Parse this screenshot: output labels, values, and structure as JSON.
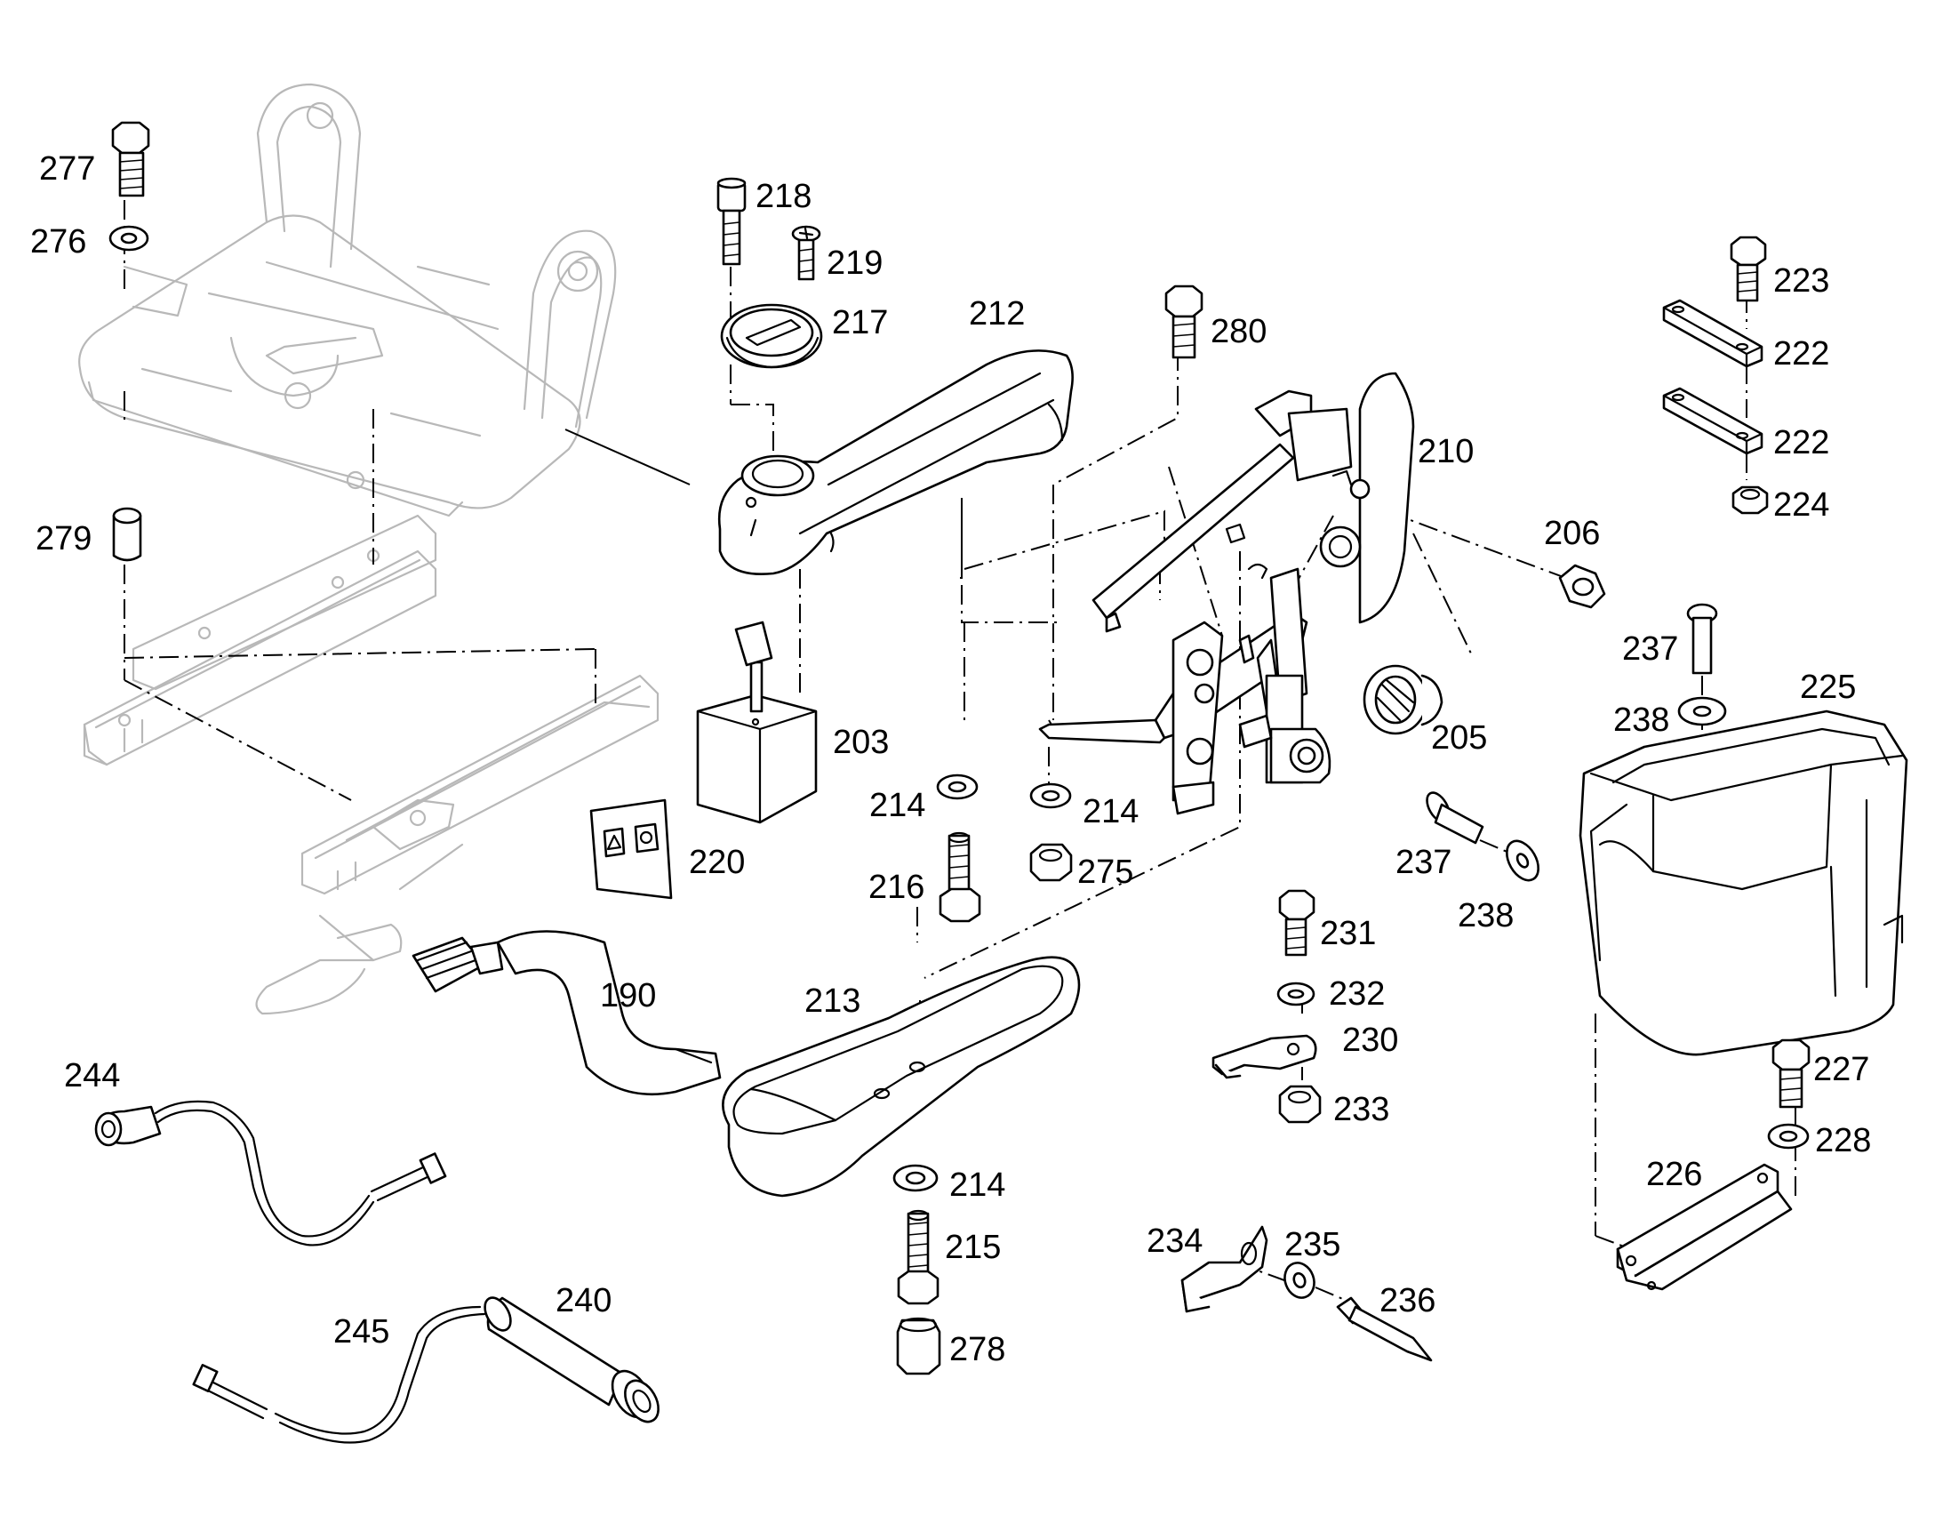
{
  "part_labels": [
    "277",
    "276",
    "279",
    "218",
    "219",
    "217",
    "212",
    "280",
    "223",
    "222",
    "222_2",
    "224",
    "210",
    "206",
    "237",
    "225",
    "238",
    "203",
    "205",
    "214",
    "214_2",
    "220",
    "275",
    "237_2",
    "238_2",
    "216",
    "231",
    "232",
    "230",
    "233",
    "190",
    "213",
    "244",
    "227",
    "228",
    "226",
    "214_3",
    "215",
    "234",
    "235",
    "236",
    "240",
    "245",
    "278"
  ],
  "labels": {
    "277": "277",
    "276": "276",
    "279": "279",
    "218": "218",
    "219": "219",
    "217": "217",
    "212": "212",
    "280": "280",
    "223": "223",
    "222": "222",
    "222_2": "222",
    "224": "224",
    "210": "210",
    "206": "206",
    "237": "237",
    "225": "225",
    "238": "238",
    "203": "203",
    "205": "205",
    "214": "214",
    "214_2": "214",
    "220": "220",
    "275": "275",
    "237_2": "237",
    "238_2": "238",
    "216": "216",
    "231": "231",
    "232": "232",
    "230": "230",
    "233": "233",
    "190": "190",
    "213": "213",
    "244": "244",
    "227": "227",
    "228": "228",
    "226": "226",
    "214_3": "214",
    "215": "215",
    "234": "234",
    "235": "235",
    "236": "236",
    "240": "240",
    "245": "245",
    "278": "278"
  },
  "colors": {
    "line": "#000000",
    "ghost": "#b8b8b8",
    "background": "#ffffff"
  }
}
